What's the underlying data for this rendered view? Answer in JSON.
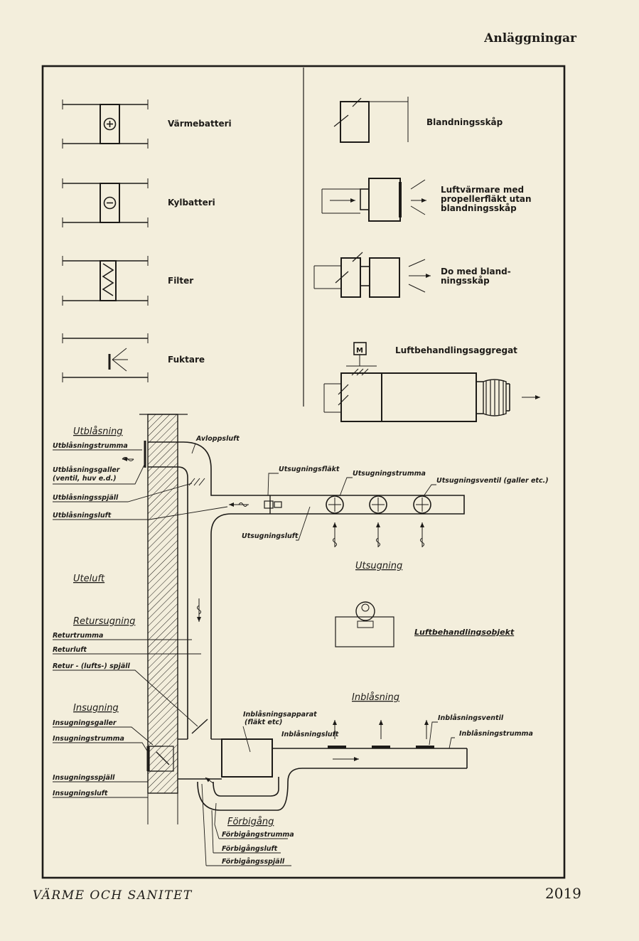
{
  "page": {
    "header": "Anläggningar",
    "footer_left": "VÄRME OCH SANITET",
    "page_number": "2019"
  },
  "legend": {
    "heating_coil": "Värmebatteri",
    "cooling_coil": "Kylbatteri",
    "filter": "Filter",
    "humidifier": "Fuktare",
    "mixing_box": "Blandningsskåp",
    "unit_heater": [
      "Luftvärmare med",
      "propellerfläkt utan",
      "blandningsskåp"
    ],
    "unit_heater_mixing": [
      "Do med bland-",
      "ningsskåp"
    ],
    "air_handling_unit": "Luftbehandlingsaggregat",
    "motor_symbol": "M"
  },
  "labels": {
    "discharge_heading": "Utblåsning",
    "discharge_duct": "Utblåsningstrumma",
    "discharge_grille": [
      "Utblåsningsgaller",
      "(ventil, huv e.d.)"
    ],
    "discharge_damper": "Utblåsningsspjäll",
    "discharge_air": "Utblåsningsluft",
    "exhaust_air": "Avloppsluft",
    "exhaust_fan": "Utsugningsfläkt",
    "exhaust_duct": "Utsugningstrumma",
    "exhaust_valve": "Utsugningsventil (galler etc.)",
    "exhaust_air_label": "Utsugningsluft",
    "exhaust_heading": "Utsugning",
    "outdoor_air": "Uteluft",
    "return_heading": "Retursugning",
    "return_duct": "Returtrumma",
    "return_air": "Returluft",
    "return_damper": "Retur - (lufts-) spjäll",
    "treated_object": "Luftbehandlingsobjekt",
    "supply_heading": "Inblåsning",
    "supply_unit": [
      "Inblåsningsapparat",
      "(fläkt etc)"
    ],
    "supply_air": "Inblåsningsluft",
    "supply_valve": "Inblåsningsventil",
    "supply_duct": "Inblåsningstrumma",
    "intake_heading": "Insugning",
    "intake_grille": "Insugningsgaller",
    "intake_duct": "Insugningstrumma",
    "intake_damper": "Insugningsspjäll",
    "intake_air": "Insugningsluft",
    "bypass_heading": "Förbigång",
    "bypass_duct": "Förbigångstrumma",
    "bypass_air": "Förbigångsluft",
    "bypass_damper": "Förbigångsspjäll"
  }
}
